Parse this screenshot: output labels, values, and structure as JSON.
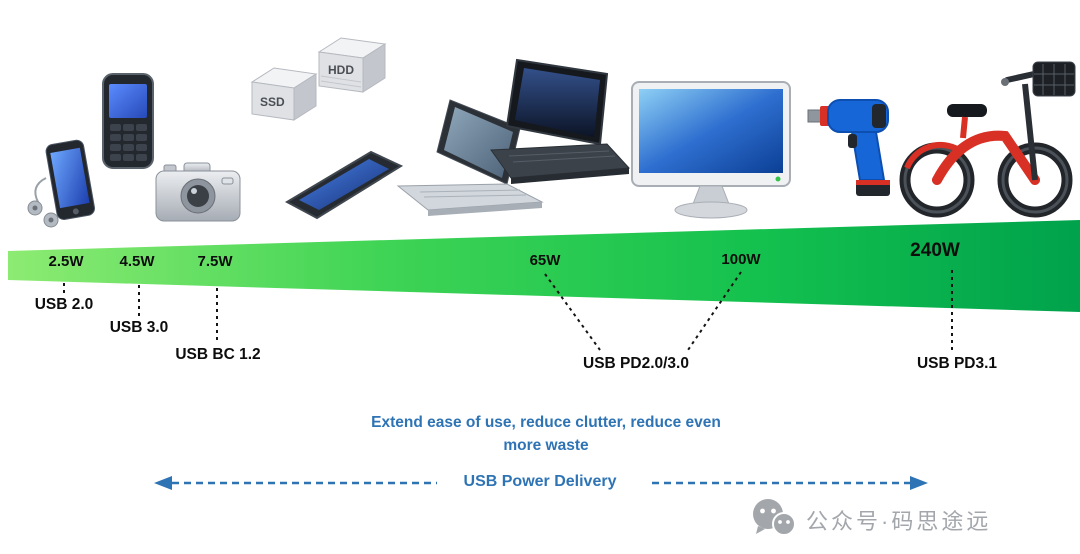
{
  "colors": {
    "wedge_start": "#8deb72",
    "wedge_mid": "#3fd455",
    "wedge_end": "#00a24c",
    "accent_blue": "#2e74b5",
    "label_black": "#0d0d0d",
    "watermark_gray": "#a3a7ac"
  },
  "wedge": {
    "power_labels": [
      {
        "label": "2.5W"
      },
      {
        "label": "4.5W"
      },
      {
        "label": "7.5W"
      },
      {
        "label": "65W"
      },
      {
        "label": "100W"
      },
      {
        "label": "240W"
      }
    ]
  },
  "standards": [
    {
      "label": "USB 2.0"
    },
    {
      "label": "USB 3.0"
    },
    {
      "label": "USB BC 1.2"
    },
    {
      "label": "USB PD2.0/3.0"
    },
    {
      "label": "USB PD3.1"
    }
  ],
  "devices": {
    "ssd_label": "SSD",
    "hdd_label": "HDD"
  },
  "icons": {
    "devices": [
      "smartphone-icon",
      "feature-phone-icon",
      "camera-icon",
      "ssd-icon",
      "hdd-icon",
      "tablet-icon",
      "laptop-icon",
      "notebook-icon",
      "monitor-icon",
      "drill-icon",
      "ebike-icon"
    ],
    "watermark": "wechat-icon"
  },
  "tagline": {
    "line1": "Extend ease of use, reduce clutter, reduce even",
    "line2": "more waste"
  },
  "arrow_label": "USB Power Delivery",
  "watermark": {
    "text": "公众号·码思途远"
  }
}
